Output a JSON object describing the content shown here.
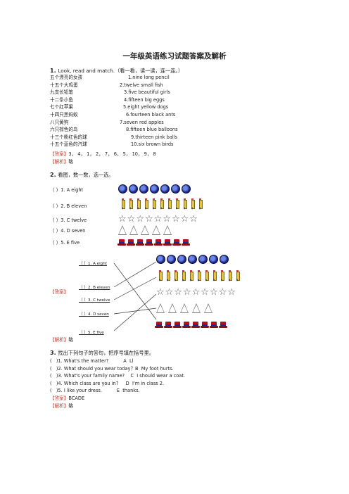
{
  "title": "一年级英语练习试题答案及解析",
  "q1": {
    "number": "1.",
    "heading": "Look, read and match.（看一看，读一读，连一连。）",
    "left": [
      "五个漂亮的女孩",
      "十五个大鸡蛋",
      "九支长铅笔",
      "十二条小鱼",
      "七个红苹果",
      "十四只黑蚂蚁",
      "八只黄狗",
      "六只棕色的鸟",
      "十三个粉红色的球",
      "十五个蓝色的汽球"
    ],
    "right": [
      "1.nine  long  pencil",
      "2.twelve  small  fish",
      "3.five  beautiful  girls",
      "4.fifteen  big  eggs",
      "5.eight  yellow  dogs",
      "6.fourteen  black  ants",
      "7.seven  red  apples",
      "8.fifteen  blue  balloons",
      "9.thirteen  pink  balls",
      "10.six  brown  birds"
    ],
    "answer_label": "【答案】",
    "answer": "3， 4， 1， 2， 7， 6， 5， 10， 9， 8",
    "analysis_label": "【解析】",
    "analysis": "略"
  },
  "q2": {
    "number": "2.",
    "heading": "看图，数一数，选一选。",
    "options": [
      "（  ）1. A  eight",
      "（  ）2. B  eleven",
      "（  ）3. C  twelve",
      "（  ）4. D  seven",
      "（  ）5. E  five"
    ],
    "answer_label": "【答案】",
    "answer_options": [
      "（ ）1. A  eight",
      "（ ）2. B  eleven",
      "（ ）3. C  twelve",
      "（ ）4. D  seven",
      "（ ）5. E  five"
    ],
    "analysis_label": "【解析】",
    "analysis": "略"
  },
  "q3": {
    "number": "3.",
    "heading": "找出下列句子的答句，把序号填在括号里。",
    "lines": [
      "(   )1. What's the matter?          A  Ll",
      "(   )2. What should you wear today？B  My foot hurts.",
      "(   )3. What's your family name?    C  I should wear a coat.",
      "(   )4. Which class are you in?     D  I'm in class 2.",
      "(   )5. I like your dress.          E  thanks."
    ],
    "answer_label": "【答案】",
    "answer": "BCADE",
    "analysis_label": "【解析】",
    "analysis": "略"
  },
  "colors": {
    "label_red": "#c0392b",
    "label_blue": "#2a5db0"
  },
  "icons": [
    "soccer-ball-icon",
    "pencil-icon",
    "star-icon",
    "triangle-icon",
    "hat-icon"
  ]
}
